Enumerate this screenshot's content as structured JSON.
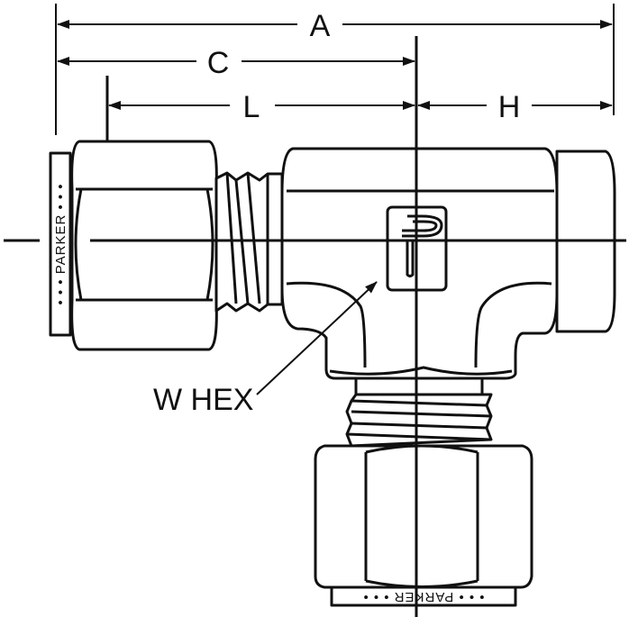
{
  "dimensions": {
    "A": "A",
    "C": "C",
    "L": "L",
    "H": "H"
  },
  "callout": "W HEX",
  "brand_marks": {
    "left": "• • • PARKER • • •",
    "bottom": "• • • PARKER • • •"
  },
  "logo": "Parker P logo"
}
